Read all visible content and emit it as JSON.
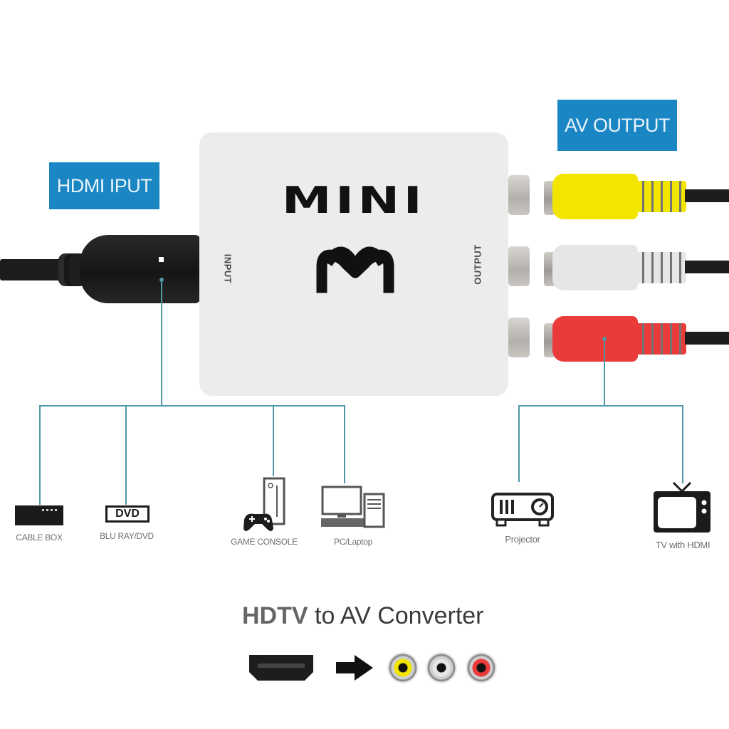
{
  "labels": {
    "hdmi_input": "HDMI IPUT",
    "av_output": "AV OUTPUT"
  },
  "device": {
    "brand_text": "MINI",
    "logo_letter": "M",
    "input_side_label": "INPUT",
    "output_side_label": "OUTPUT"
  },
  "input_devices": [
    {
      "label": "CABLE BOX",
      "icon": "cable-box-icon"
    },
    {
      "label": "BLU RAY/DVD",
      "icon": "dvd-icon",
      "icon_text": "DVD"
    },
    {
      "label": "GAME CONSOLE",
      "icon": "game-console-icon"
    },
    {
      "label": "PC/Laptop",
      "icon": "pc-icon"
    }
  ],
  "output_devices": [
    {
      "label": "Projector",
      "icon": "projector-icon"
    },
    {
      "label": "TV with HDMI",
      "icon": "tv-icon"
    }
  ],
  "rca_plugs": [
    {
      "name": "yellow",
      "color": "#f2e500"
    },
    {
      "name": "white",
      "color": "#e6e6e6"
    },
    {
      "name": "red",
      "color": "#ea3b3b"
    }
  ],
  "footer": {
    "title_highlight": "HDTV",
    "title_rest": " to AV Converter"
  },
  "colors": {
    "label_bg": "#1a86c4",
    "connector_line": "#4f98a6"
  }
}
